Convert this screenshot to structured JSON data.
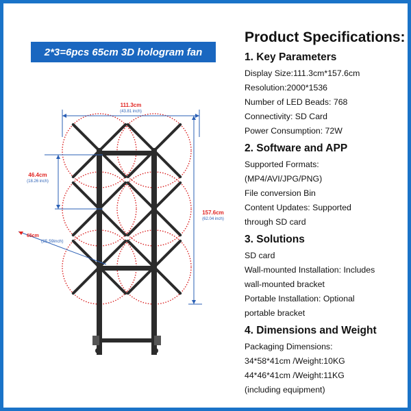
{
  "banner": {
    "title": "2*3=6pcs 65cm 3D hologram fan"
  },
  "diagram": {
    "width_label": "111.3cm",
    "width_sub": "(43.81 inch)",
    "spacing_label": "46.4cm",
    "spacing_sub": "(18.26 inch)",
    "height_label": "157.6cm",
    "height_sub": "(62.04 inch)",
    "diameter_label": "65cm",
    "diameter_sub": "(25.59inch)",
    "colors": {
      "dimension_red": "#e0221f",
      "dimension_blue": "#2a5fb5",
      "frame": "#2b2b2b",
      "circle": "#d92020"
    }
  },
  "specs": {
    "title": "Product Specifications:",
    "sections": [
      {
        "heading": "1. Key Parameters",
        "lines": [
          "Display Size:111.3cm*157.6cm",
          "Resolution:2000*1536",
          "Number of LED Beads: 768",
          "Connectivity: SD Card",
          "Power Consumption: 72W"
        ]
      },
      {
        "heading": "2. Software and APP",
        "lines": [
          "Supported Formats:",
          "(MP4/AVI/JPG/PNG)",
          "File conversion Bin",
          "Content Updates: Supported",
          "through SD card"
        ]
      },
      {
        "heading": "3. Solutions",
        "lines": [
          "SD card",
          "Wall-mounted Installation: Includes",
          "wall-mounted bracket",
          "Portable Installation: Optional",
          "portable bracket"
        ]
      },
      {
        "heading": "4. Dimensions and Weight",
        "lines": [
          "Packaging Dimensions:",
          "34*58*41cm /Weight:10KG",
          "44*46*41cm /Weight:11KG",
          "(including equipment)"
        ]
      }
    ]
  }
}
